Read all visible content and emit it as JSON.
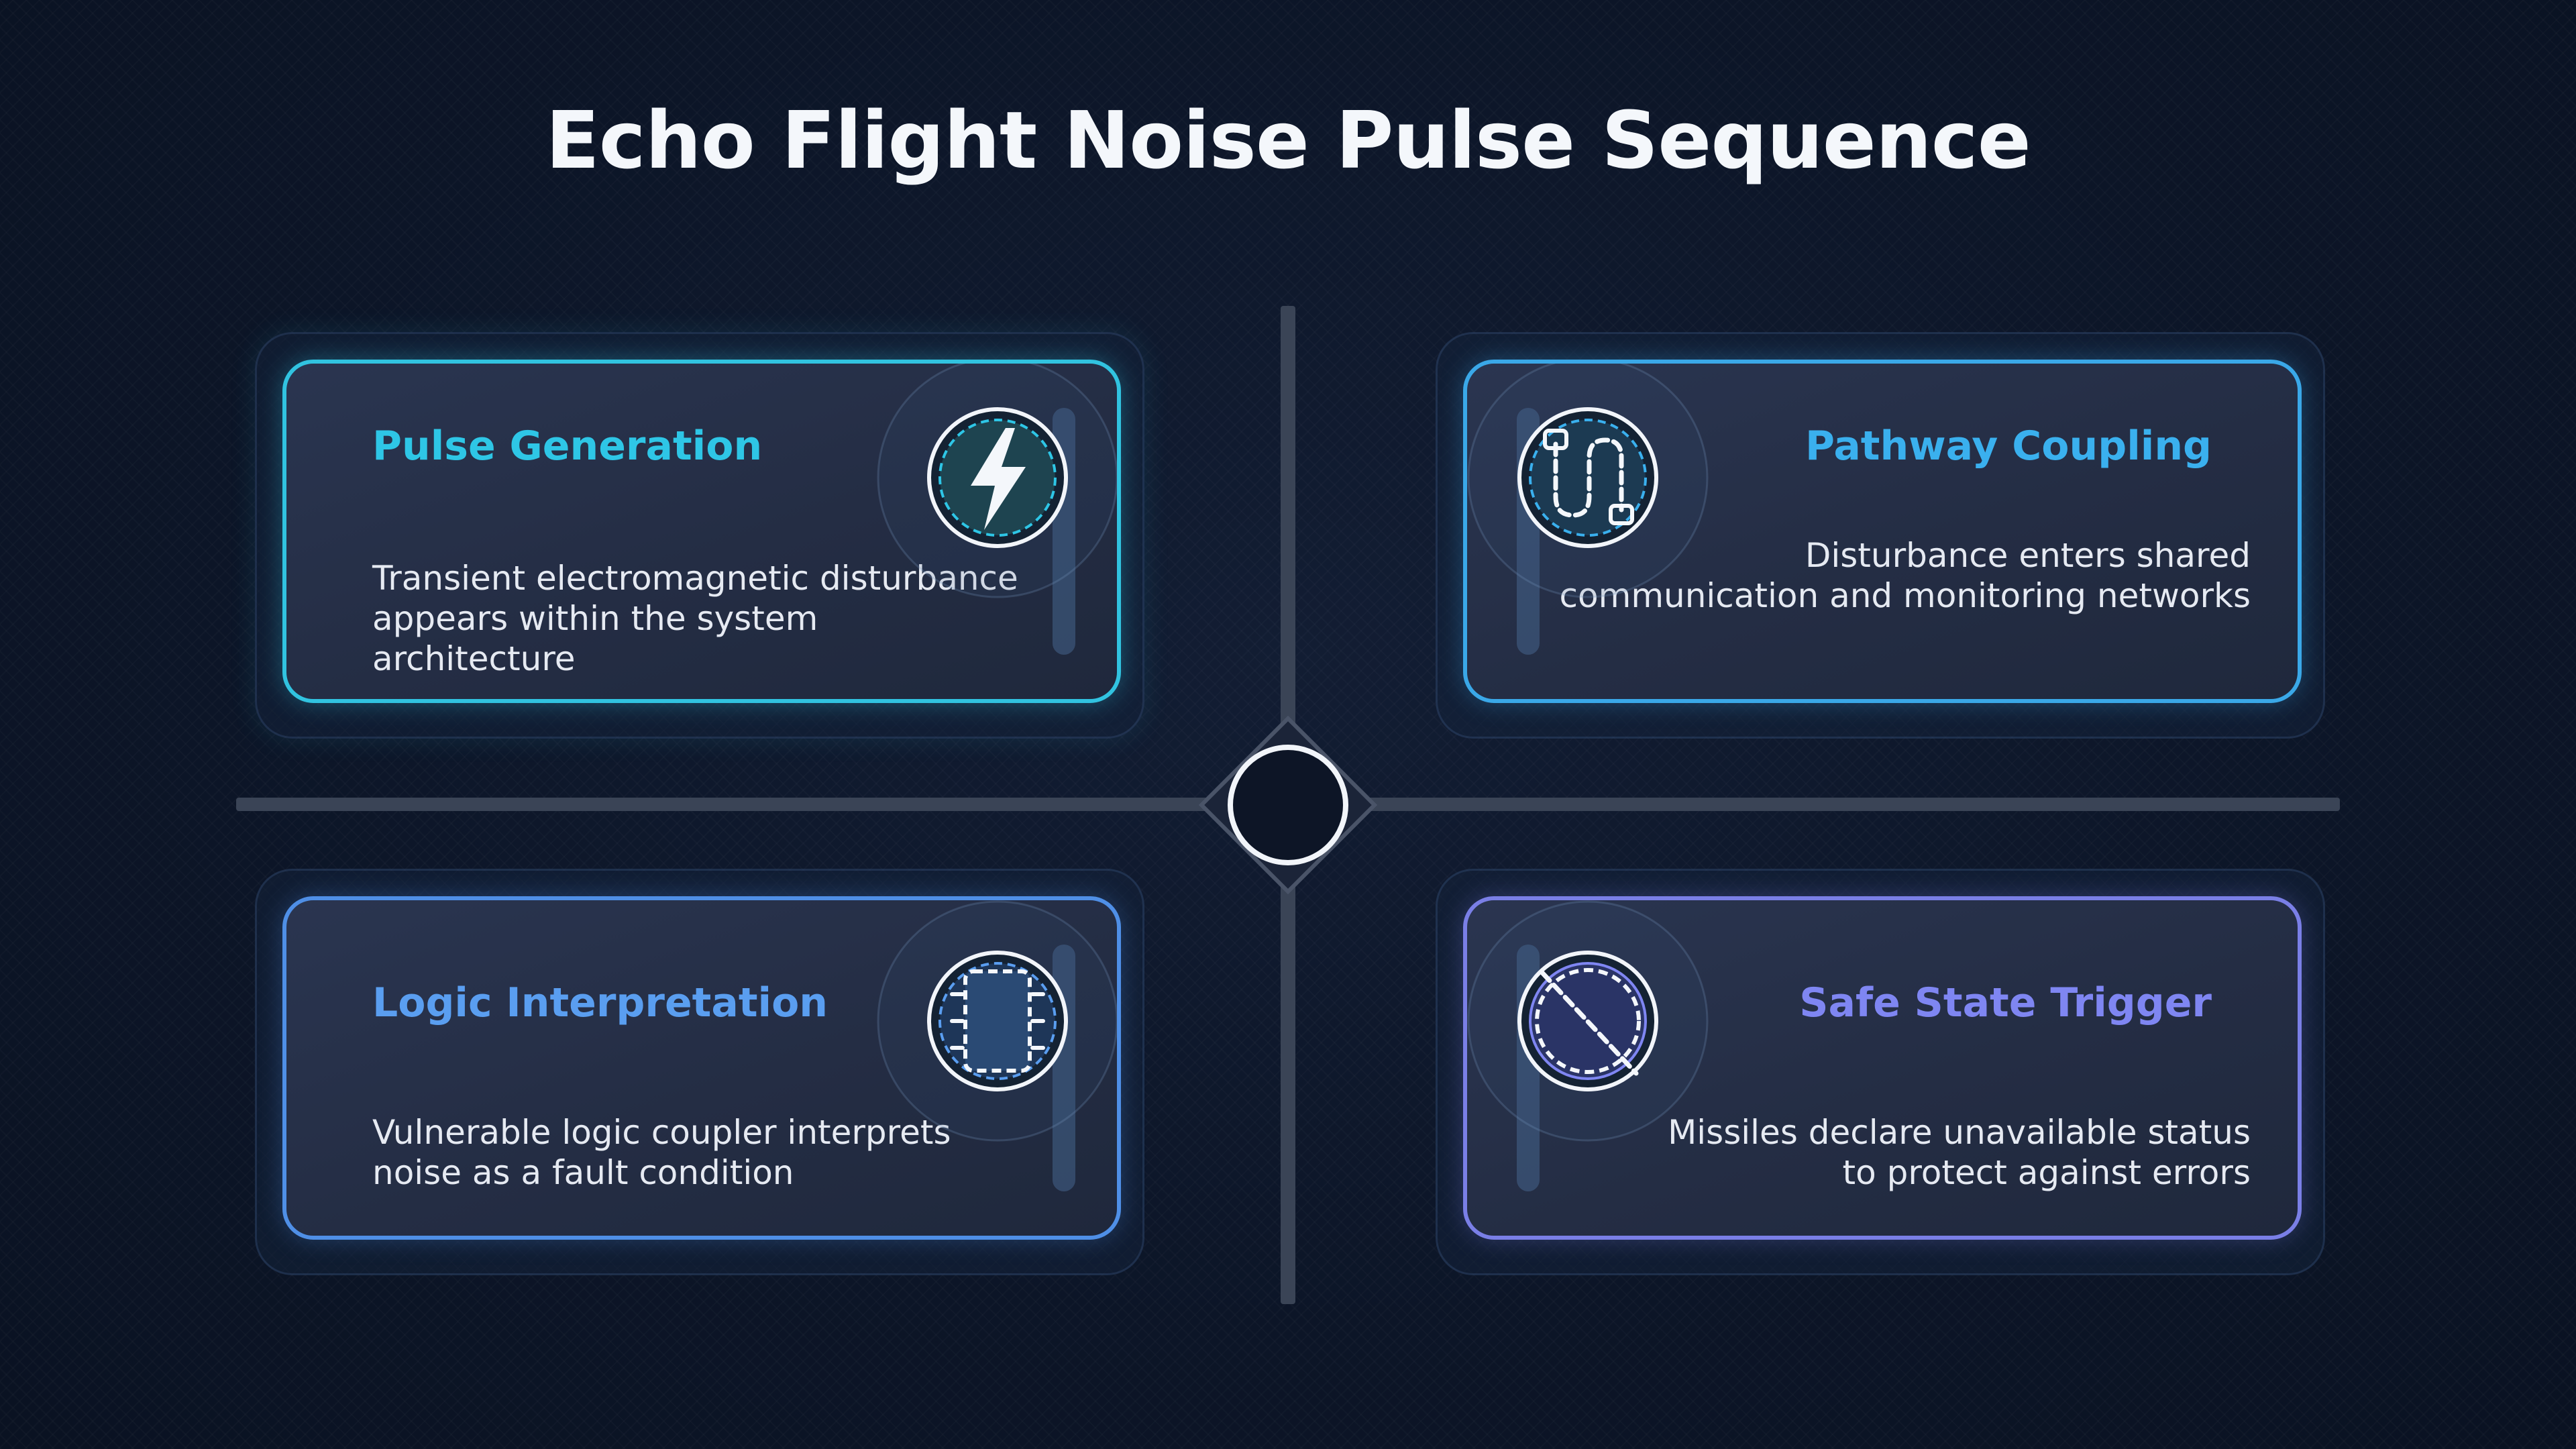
{
  "title": "Echo Flight Noise Pulse Sequence",
  "cards": [
    {
      "title": "Pulse Generation",
      "desc_lines": [
        "Transient electromagnetic disturbance",
        "appears within the system",
        "architecture"
      ],
      "icon": "lightning-bolt-icon",
      "accent": "#31c3e0",
      "title_color": "#2ec6e6"
    },
    {
      "title": "Pathway Coupling",
      "desc_lines": [
        "Disturbance enters shared",
        "communication and monitoring networks"
      ],
      "icon": "route-path-icon",
      "accent": "#3aa8e8",
      "title_color": "#3ab0ee"
    },
    {
      "title": "Logic Interpretation",
      "desc_lines": [
        "Vulnerable logic coupler interprets",
        "noise as a fault condition"
      ],
      "icon": "microchip-icon",
      "accent": "#4f8fe6",
      "title_color": "#5a9ef0"
    },
    {
      "title": "Safe State Trigger",
      "desc_lines": [
        "Missiles declare unavailable status",
        "to protect against errors"
      ],
      "icon": "prohibited-icon",
      "accent": "#7a7fe6",
      "title_color": "#7f86f2"
    }
  ]
}
